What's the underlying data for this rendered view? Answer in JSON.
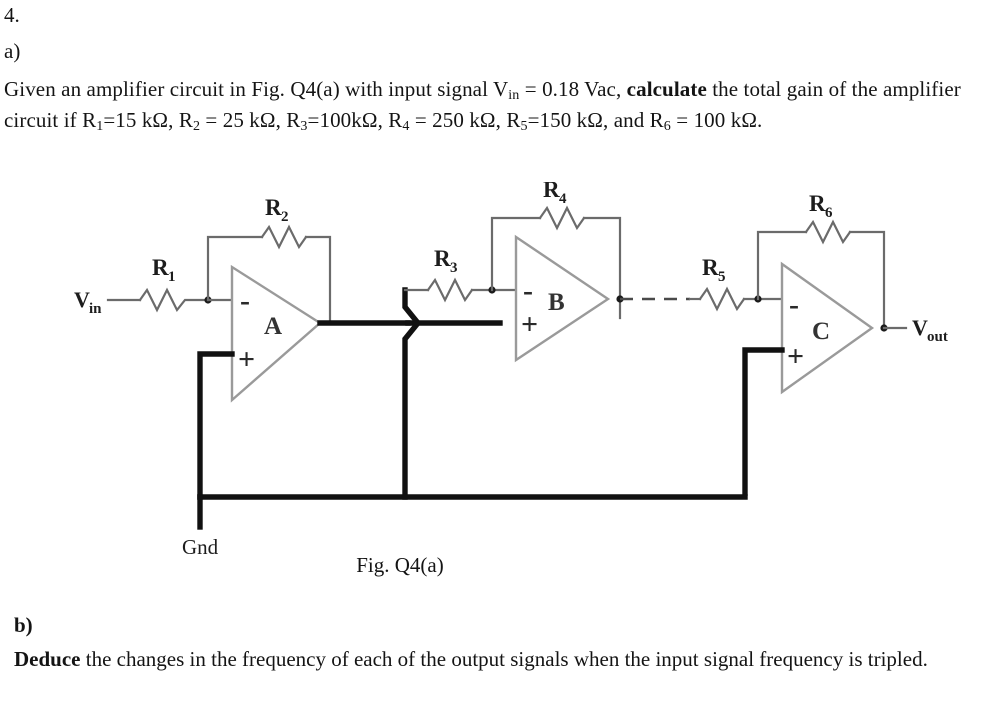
{
  "document": {
    "question_number": "4.",
    "part_a_label": "a)",
    "part_a_text_1": "Given an amplifier circuit in Fig. Q4(a) with input signal V",
    "part_a_sub_1": "in",
    "part_a_text_2": " = 0.18 Vac, ",
    "part_a_bold_1": "calculate",
    "part_a_text_3": " the total gain of the amplifier circuit if R",
    "part_a_sub_2": "1",
    "part_a_text_4": "=15 kΩ, R",
    "part_a_sub_3": "2",
    "part_a_text_5": " = 25 kΩ, R",
    "part_a_sub_4": "3",
    "part_a_text_6": "=100kΩ, R",
    "part_a_sub_5": "4",
    "part_a_text_7": " = 250 kΩ, R",
    "part_a_sub_6": "5",
    "part_a_text_8": "=150 kΩ, and R",
    "part_a_sub_7": "6",
    "part_a_text_9": " = 100 kΩ.",
    "part_b_label": "b)",
    "part_b_bold": "Deduce",
    "part_b_text": " the changes in the frequency of each of the output signals when the input signal frequency is tripled.",
    "figure_caption": "Fig. Q4(a)"
  },
  "circuit": {
    "title": "Three-stage inverting operational amplifier cascade",
    "input_label": "V",
    "input_sub": "in",
    "output_label": "V",
    "output_sub": "out",
    "ground_label": "Gnd",
    "opamps": [
      {
        "name": "A",
        "minus": "-",
        "plus": "+"
      },
      {
        "name": "B",
        "minus": "-",
        "plus": "+"
      },
      {
        "name": "C",
        "minus": "-",
        "plus": "+"
      }
    ],
    "resistors": [
      {
        "label": "R",
        "sub": "1",
        "role": "input-resistor-stage-a"
      },
      {
        "label": "R",
        "sub": "2",
        "role": "feedback-resistor-stage-a"
      },
      {
        "label": "R",
        "sub": "3",
        "role": "input-resistor-stage-b"
      },
      {
        "label": "R",
        "sub": "4",
        "role": "feedback-resistor-stage-b"
      },
      {
        "label": "R",
        "sub": "5",
        "role": "input-resistor-stage-c"
      },
      {
        "label": "R",
        "sub": "6",
        "role": "feedback-resistor-stage-c"
      }
    ]
  },
  "values": {
    "vin": "0.18 Vac",
    "r1": "15 kΩ",
    "r2": "25 kΩ",
    "r3": "100kΩ",
    "r4": "250 kΩ",
    "r5": "150 kΩ",
    "r6": "100 kΩ"
  },
  "colors": {
    "background": "#ffffff",
    "text": "#141414",
    "wire_thin": "#6b6b6b",
    "wire_thick": "#111111",
    "triangle_stroke": "#9a9a9a"
  }
}
